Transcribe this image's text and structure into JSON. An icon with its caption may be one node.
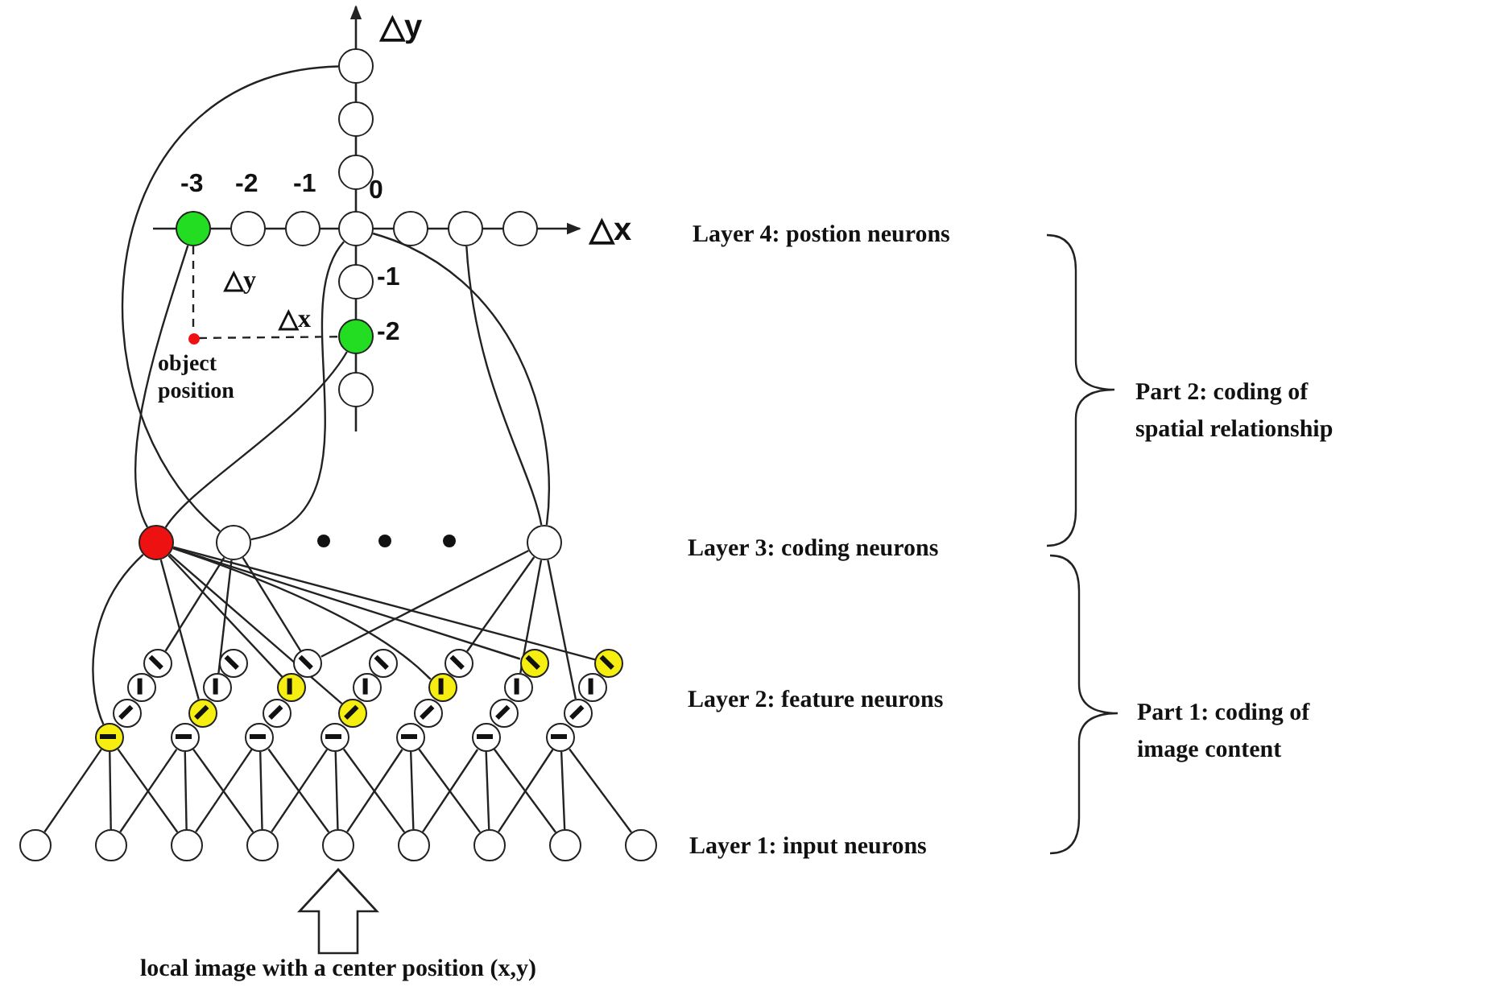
{
  "diagram": {
    "nodes": [
      {
        "text": [],
        "shape": "circle"
      },
      {
        "text": [],
        "shape": "circle"
      },
      {
        "text": [],
        "shape": "circle"
      },
      {
        "text": [],
        "shape": "circle",
        "beside": [
          "-3"
        ]
      },
      {
        "text": [],
        "shape": "circle",
        "beside": [
          "-2"
        ]
      },
      {
        "text": [],
        "shape": "circle",
        "beside": [
          "-1"
        ]
      },
      {
        "text": [],
        "shape": "circle",
        "beside": [
          "0"
        ]
      },
      {
        "text": [],
        "shape": "circle"
      },
      {
        "text": [],
        "shape": "circle"
      },
      {
        "text": [],
        "shape": "circle"
      },
      {
        "text": [],
        "shape": "circle",
        "beside": [
          "-1"
        ]
      },
      {
        "text": [],
        "shape": "circle",
        "beside": [
          "object position"
        ]
      },
      {
        "text": [],
        "shape": "circle",
        "beside": [
          "-2"
        ]
      },
      {
        "text": [],
        "shape": "circle"
      },
      {
        "text": [],
        "shape": "circle"
      },
      {
        "text": [],
        "shape": "circle"
      },
      {
        "text": [],
        "shape": "circle"
      },
      {
        "text": [],
        "shape": "circle"
      },
      {
        "text": [],
        "shape": "circle"
      },
      {
        "text": [],
        "shape": "circle"
      },
      {
        "text": [],
        "shape": "circle"
      },
      {
        "text": [],
        "shape": "circle"
      },
      {
        "text": [],
        "shape": "circle"
      },
      {
        "text": [],
        "shape": "circle"
      },
      {
        "text": [],
        "shape": "circle"
      },
      {
        "text": [],
        "shape": "circle"
      },
      {
        "text": [],
        "shape": "circle"
      },
      {
        "text": [],
        "shape": "circle"
      },
      {
        "text": [],
        "shape": "circle"
      },
      {
        "text": [],
        "shape": "circle"
      },
      {
        "text": [],
        "shape": "circle"
      },
      {
        "text": [],
        "shape": "circle"
      },
      {
        "text": [],
        "shape": "circle"
      },
      {
        "text": [],
        "shape": "circle"
      },
      {
        "text": [],
        "shape": "circle"
      },
      {
        "text": [],
        "shape": "circle"
      },
      {
        "text": [],
        "shape": "circle"
      },
      {
        "text": [],
        "shape": "circle"
      },
      {
        "text": [],
        "shape": "circle"
      },
      {
        "text": [],
        "shape": "circle"
      },
      {
        "text": [],
        "shape": "circle"
      },
      {
        "text": [],
        "shape": "circle"
      },
      {
        "text": [],
        "shape": "circle"
      },
      {
        "text": [],
        "shape": "circle"
      },
      {
        "text": [],
        "shape": "circle"
      },
      {
        "text": [],
        "shape": "circle"
      },
      {
        "text": [],
        "shape": "circle"
      },
      {
        "text": [],
        "shape": "circle"
      },
      {
        "text": [],
        "shape": "circle"
      },
      {
        "text": [],
        "shape": "circle"
      },
      {
        "text": [],
        "shape": "circle"
      },
      {
        "text": [],
        "shape": "circle"
      },
      {
        "text": [],
        "shape": "circle"
      },
      {
        "text": [],
        "shape": "circle"
      },
      {
        "text": [
          "local image with a center position (x,y)"
        ]
      }
    ],
    "edges": [
      {
        "from": 3,
        "to": 11,
        "arrow": "none",
        "style": "dashed",
        "label": "△y"
      },
      {
        "from": 11,
        "to": 12,
        "arrow": "none",
        "style": "dashed",
        "label": "△x"
      },
      {
        "from": 3,
        "to": 14,
        "arrow": "none"
      },
      {
        "from": 12,
        "to": 14,
        "arrow": "none"
      },
      {
        "from": 0,
        "to": 15,
        "arrow": "none"
      },
      {
        "from": 6,
        "to": 15,
        "arrow": "none"
      },
      {
        "from": 6,
        "to": 16,
        "arrow": "none"
      },
      {
        "from": 8,
        "to": 16,
        "arrow": "none"
      },
      {
        "from": 14,
        "to": 38,
        "arrow": "none"
      },
      {
        "from": 14,
        "to": 32,
        "arrow": "none"
      },
      {
        "from": 14,
        "to": 26,
        "arrow": "none"
      },
      {
        "from": 14,
        "to": 34,
        "arrow": "none"
      },
      {
        "from": 14,
        "to": 28,
        "arrow": "none"
      },
      {
        "from": 14,
        "to": 22,
        "arrow": "none"
      },
      {
        "from": 14,
        "to": 23,
        "arrow": "none"
      },
      {
        "from": 15,
        "to": 17,
        "arrow": "none"
      },
      {
        "from": 15,
        "to": 25,
        "arrow": "none"
      },
      {
        "from": 15,
        "to": 19,
        "arrow": "none"
      },
      {
        "from": 16,
        "to": 19,
        "arrow": "none"
      },
      {
        "from": 16,
        "to": 21,
        "arrow": "none"
      },
      {
        "from": 16,
        "to": 29,
        "arrow": "none"
      },
      {
        "from": 16,
        "to": 37,
        "arrow": "none"
      },
      {
        "from": 38,
        "to": 45,
        "arrow": "none"
      },
      {
        "from": 38,
        "to": 46,
        "arrow": "none"
      },
      {
        "from": 38,
        "to": 47,
        "arrow": "none"
      },
      {
        "from": 39,
        "to": 46,
        "arrow": "none"
      },
      {
        "from": 39,
        "to": 47,
        "arrow": "none"
      },
      {
        "from": 39,
        "to": 48,
        "arrow": "none"
      },
      {
        "from": 40,
        "to": 47,
        "arrow": "none"
      },
      {
        "from": 40,
        "to": 48,
        "arrow": "none"
      },
      {
        "from": 40,
        "to": 49,
        "arrow": "none"
      },
      {
        "from": 41,
        "to": 48,
        "arrow": "none"
      },
      {
        "from": 41,
        "to": 49,
        "arrow": "none"
      },
      {
        "from": 41,
        "to": 50,
        "arrow": "none"
      },
      {
        "from": 42,
        "to": 49,
        "arrow": "none"
      },
      {
        "from": 42,
        "to": 50,
        "arrow": "none"
      },
      {
        "from": 42,
        "to": 51,
        "arrow": "none"
      },
      {
        "from": 43,
        "to": 50,
        "arrow": "none"
      },
      {
        "from": 43,
        "to": 51,
        "arrow": "none"
      },
      {
        "from": 43,
        "to": 52,
        "arrow": "none"
      },
      {
        "from": 44,
        "to": 51,
        "arrow": "none"
      },
      {
        "from": 44,
        "to": 52,
        "arrow": "none"
      },
      {
        "from": 44,
        "to": 53,
        "arrow": "none"
      },
      {
        "from": 54,
        "to": null,
        "arrow": "to"
      }
    ],
    "labels": [
      "△y",
      "△x",
      "Layer 4: postion neurons",
      "Part 2: coding of spatial relationship",
      "Layer 3: coding neurons",
      "Layer 2: feature neurons",
      "Part 1: coding of image content",
      "Layer 1: input neurons"
    ]
  }
}
